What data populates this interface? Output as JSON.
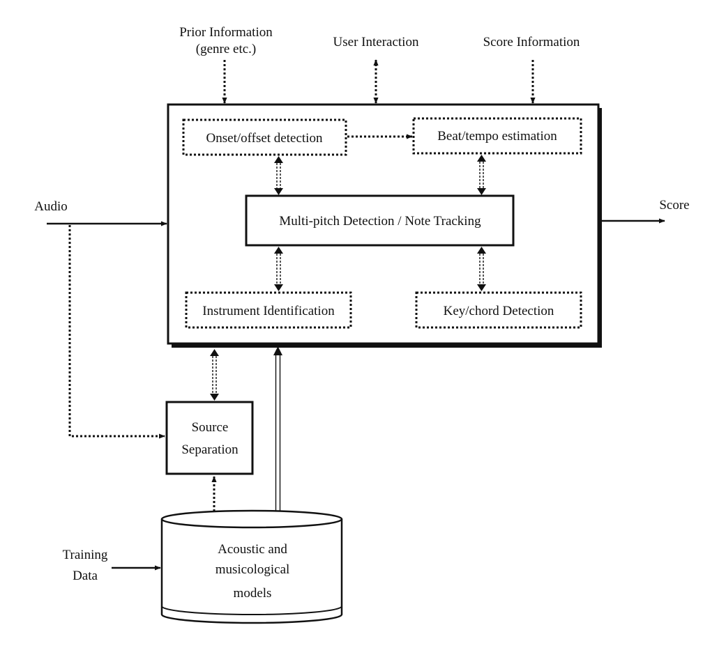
{
  "inputs": {
    "prior_line1": "Prior Information",
    "prior_line2": "(genre etc.)",
    "user_interaction": "User Interaction",
    "score_information": "Score Information",
    "audio": "Audio",
    "training_line1": "Training",
    "training_line2": "Data"
  },
  "outputs": {
    "score": "Score"
  },
  "modules": {
    "onset": "Onset/offset detection",
    "beat": "Beat/tempo estimation",
    "multipitch": "Multi-pitch Detection / Note Tracking",
    "instrument": "Instrument Identification",
    "keychord": "Key/chord Detection",
    "source_line1": "Source",
    "source_line2": "Separation"
  },
  "database": {
    "line1": "Acoustic and",
    "line2": "musicological",
    "line3": "models"
  }
}
